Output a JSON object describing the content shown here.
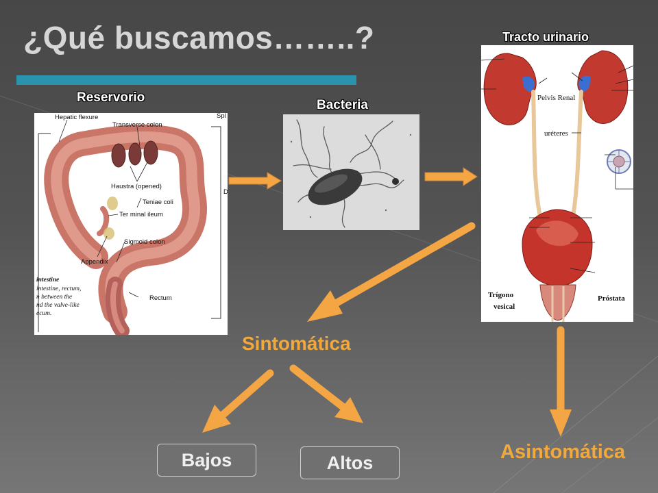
{
  "slide": {
    "title": "¿Qué buscamos……..?",
    "accent_color": "#2a93ad",
    "arrow_color": "#f4a544"
  },
  "captions": {
    "reservorio": "Reservorio",
    "bacteria": "Bacteria",
    "tracto": "Tracto urinario"
  },
  "colon_labels": {
    "hepatic_flexure": "Hepatic flexure",
    "transverse_colon": "Transverse colon",
    "spl": "Spl",
    "haustra": "Haustra (opened)",
    "teniae_coli": "Teniae coli",
    "terminal_ileum": "Ter minal ileum",
    "sigmoid_colon": "Sigmoid colon",
    "appendix": "Appendix",
    "rectum": "Rectum",
    "d": "D",
    "text_lines": [
      "intestine",
      "intestine, rectum,",
      "n between the",
      "nd the valve-like",
      "ecum."
    ]
  },
  "urinary_labels": {
    "pelvis_renal": "Pelvis Renal",
    "ureteres": "uréteres",
    "trigono": "Trígono",
    "vesical": "vesical",
    "prostata": "Próstata"
  },
  "outcomes": {
    "sintomatica": "Sintomática",
    "asintomatica": "Asintomática"
  },
  "buttons": {
    "bajos": "Bajos",
    "altos": "Altos"
  }
}
